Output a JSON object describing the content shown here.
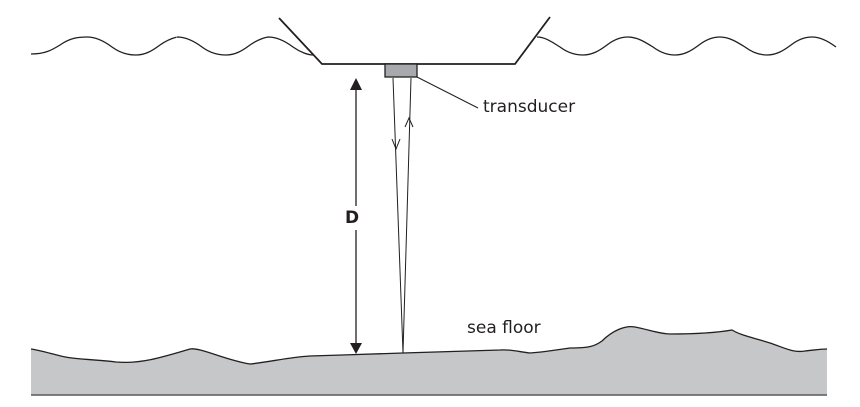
{
  "diagram": {
    "title": "Echo sounder measuring sea depth",
    "labels": {
      "transducer": "transducer",
      "sea_floor": "sea floor",
      "depth": "D"
    },
    "colors": {
      "line": "#231f20",
      "seabed_fill": "#c6c7c8",
      "transducer_fill": "#a7a9ac"
    },
    "elements": [
      {
        "name": "sea-surface",
        "kind": "wavy line"
      },
      {
        "name": "ship-hull",
        "kind": "trapezoid outline"
      },
      {
        "name": "transducer",
        "kind": "rectangle"
      },
      {
        "name": "downward-pulse",
        "direction": "down"
      },
      {
        "name": "reflected-pulse",
        "direction": "up"
      },
      {
        "name": "depth-arrow",
        "label": "D"
      },
      {
        "name": "sea-floor",
        "kind": "filled irregular profile"
      }
    ]
  }
}
